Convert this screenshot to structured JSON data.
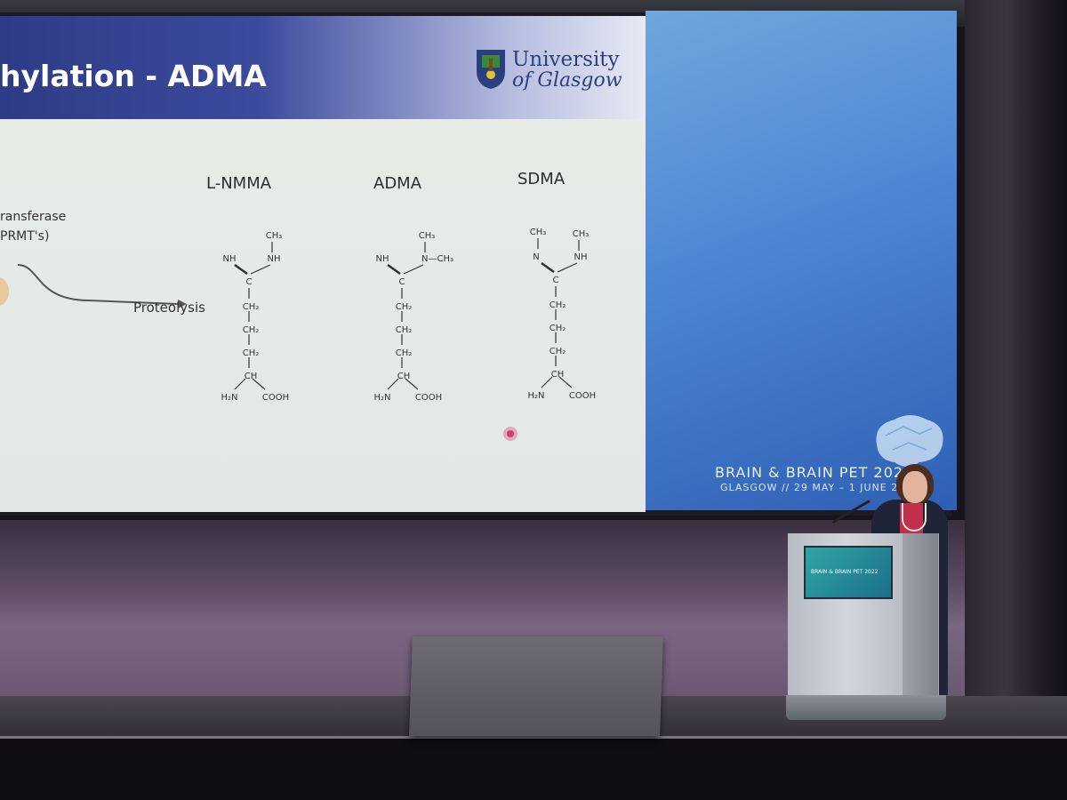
{
  "slide": {
    "title": "hylation - ADMA",
    "institution_line1": "University",
    "institution_line2": "of Glasgow",
    "left_text_1": "ransferase",
    "left_text_2": "PRMT's)",
    "process_label": "Proteolysis",
    "molecules": [
      {
        "name": "L-NMMA",
        "methyl_left": "",
        "methyl_top": "CH₃",
        "methyl_right": "",
        "amine_left": "NH",
        "amine_right": "NH",
        "center": "C",
        "chain": [
          "CH₂",
          "CH₂",
          "CH₂",
          "CH"
        ],
        "bottom_left": "H₂N",
        "bottom_right": "COOH"
      },
      {
        "name": "ADMA",
        "methyl_left": "",
        "methyl_top": "CH₃",
        "methyl_right": "N—CH₃",
        "amine_left": "NH",
        "amine_right": "",
        "center": "C",
        "chain": [
          "CH₂",
          "CH₂",
          "CH₂",
          "CH"
        ],
        "bottom_left": "H₂N",
        "bottom_right": "COOH"
      },
      {
        "name": "SDMA",
        "methyl_left": "CH₃",
        "methyl_top": "CH₃",
        "methyl_right": "",
        "amine_left": "N",
        "amine_right": "NH",
        "center": "C",
        "chain": [
          "CH₂",
          "CH₂",
          "CH₂",
          "CH"
        ],
        "bottom_left": "H₂N",
        "bottom_right": "COOH"
      }
    ]
  },
  "side_panel": {
    "conference_name": "BRAIN & BRAIN PET 202",
    "conference_dates": "GLASGOW // 29 MAY – 1 JUNE 20"
  },
  "podium_screen": {
    "text": "BRAIN & BRAIN PET 2022"
  },
  "colors": {
    "header_blue": "#2e3b86",
    "side_blue": "#4d87d2",
    "logo_navy": "#2c3f7d",
    "laser_dot": "#d6396a"
  }
}
